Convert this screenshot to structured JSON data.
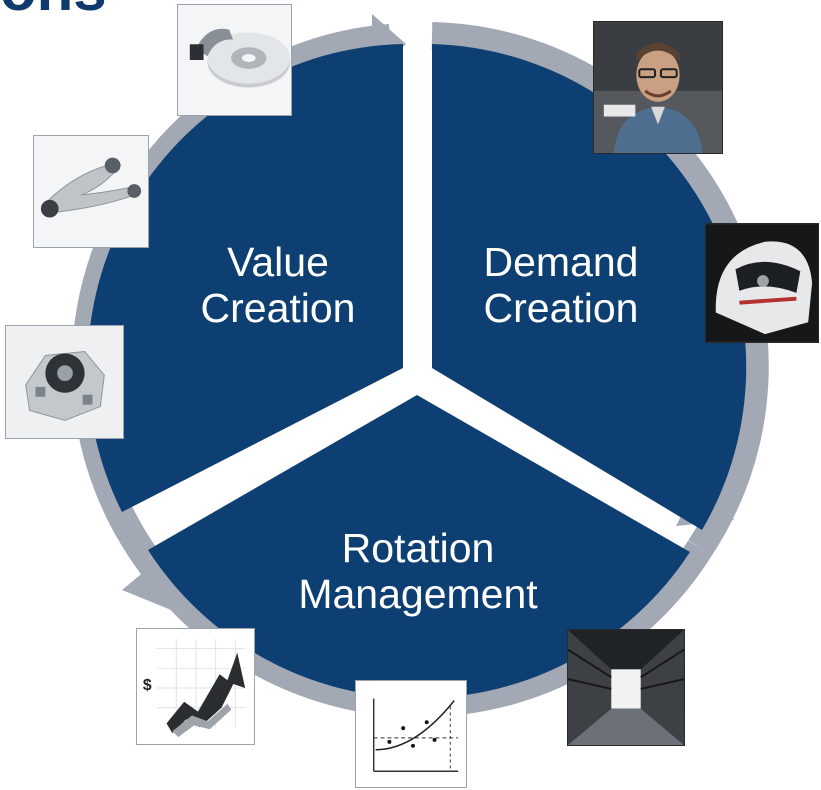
{
  "header": {
    "title_fragment": "ons"
  },
  "cycle": {
    "colors": {
      "segment": "#0e3f73",
      "ring": "#a3a9b4",
      "title": "#0e3a6d"
    },
    "segments": [
      {
        "id": "value-creation",
        "line1": "Value",
        "line2": "Creation"
      },
      {
        "id": "demand-creation",
        "line1": "Demand",
        "line2": "Creation"
      },
      {
        "id": "rotation-management",
        "line1": "Rotation",
        "line2": "Management"
      }
    ]
  },
  "images": [
    {
      "id": "brake-disc",
      "icon": "brake-disc-photo"
    },
    {
      "id": "control-arm",
      "icon": "control-arm-photo"
    },
    {
      "id": "water-pump",
      "icon": "water-pump-photo"
    },
    {
      "id": "person",
      "icon": "smiling-man-photo"
    },
    {
      "id": "helmet",
      "icon": "racing-helmet-photo"
    },
    {
      "id": "warehouse",
      "icon": "warehouse-aisle-photo"
    },
    {
      "id": "sales-curve",
      "icon": "sales-curve-chart-image"
    },
    {
      "id": "growth-arrow",
      "icon": "growth-arrow-dollar-image"
    }
  ]
}
